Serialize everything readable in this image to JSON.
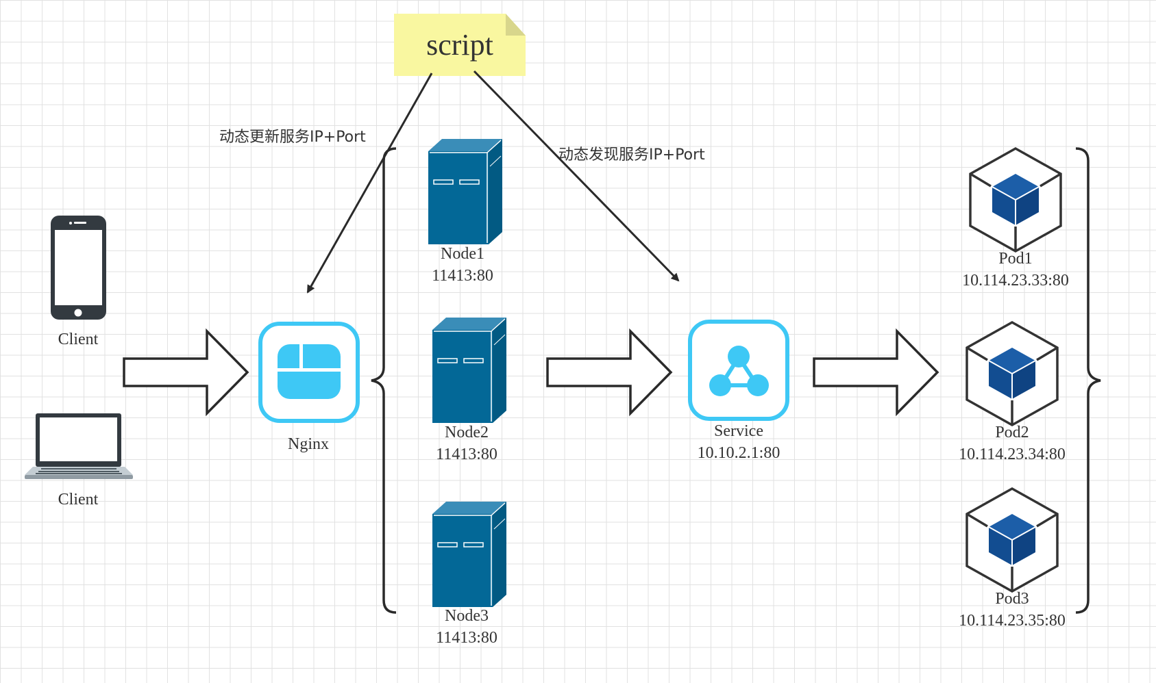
{
  "script_note": {
    "label": "script",
    "color": "#f9f7a0"
  },
  "edges": {
    "update_label": "动态更新服务IP+Port",
    "discover_label": "动态发现服务IP+Port"
  },
  "clients": [
    {
      "label": "Client",
      "icon": "smartphone-icon"
    },
    {
      "label": "Client",
      "icon": "laptop-icon"
    }
  ],
  "nginx": {
    "label": "Nginx",
    "icon": "nginx-icon",
    "accent": "#3ec8f5"
  },
  "nodes": [
    {
      "name": "Node1",
      "port": "11413:80",
      "icon": "server-icon"
    },
    {
      "name": "Node2",
      "port": "11413:80",
      "icon": "server-icon"
    },
    {
      "name": "Node3",
      "port": "11413:80",
      "icon": "server-icon"
    }
  ],
  "service": {
    "name": "Service",
    "addr": "10.10.2.1:80",
    "icon": "service-icon",
    "accent": "#3ec8f5"
  },
  "pods": [
    {
      "name": "Pod1",
      "addr": "10.114.23.33:80",
      "icon": "pod-cube-icon"
    },
    {
      "name": "Pod2",
      "addr": "10.114.23.34:80",
      "icon": "pod-cube-icon"
    },
    {
      "name": "Pod3",
      "addr": "10.114.23.35:80",
      "icon": "pod-cube-icon"
    }
  ],
  "colors": {
    "server": "#036897",
    "pod_cube": "#124d91",
    "accent": "#3ec8f5",
    "line": "#2a2a2a"
  }
}
